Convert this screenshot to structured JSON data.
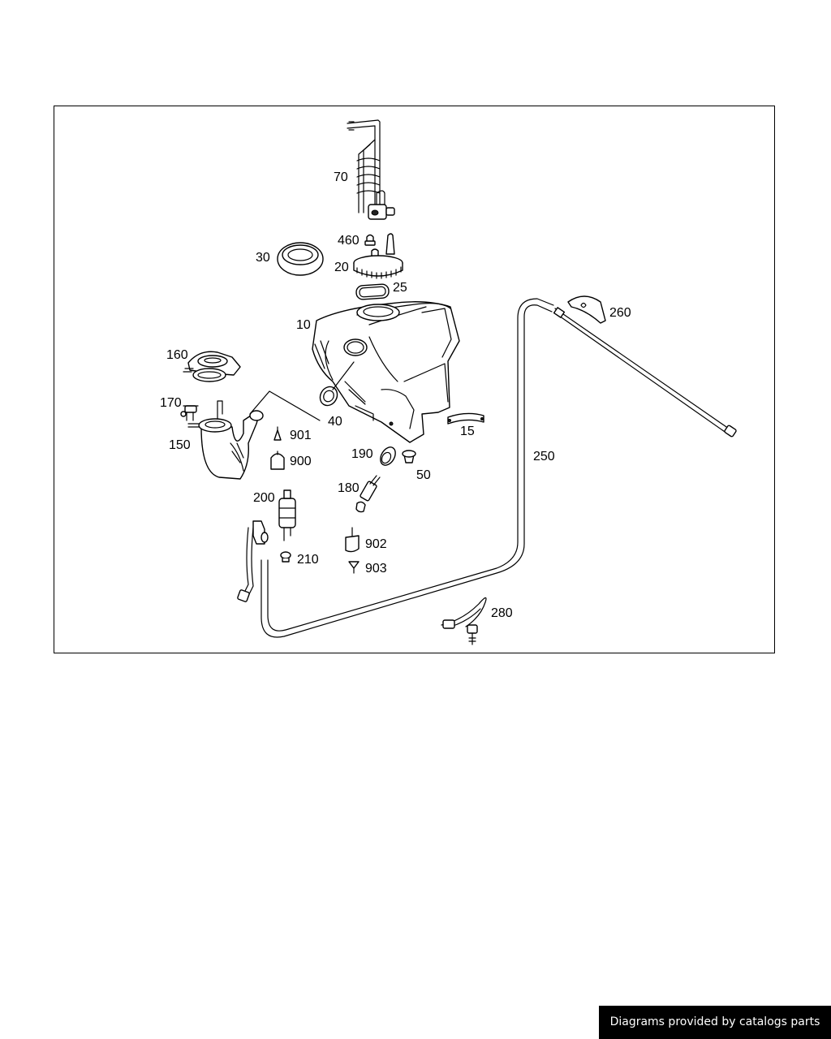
{
  "diagram": {
    "labels": {
      "p70": "70",
      "p460": "460",
      "p30": "30",
      "p20": "20",
      "p25": "25",
      "p10": "10",
      "p260": "260",
      "p160": "160",
      "p170": "170",
      "p40": "40",
      "p901": "901",
      "p15": "15",
      "p150": "150",
      "p900": "900",
      "p190": "190",
      "p50": "50",
      "p250": "250",
      "p180": "180",
      "p200": "200",
      "p902": "902",
      "p210": "210",
      "p903": "903",
      "p280": "280"
    }
  },
  "footer": {
    "text": "Diagrams provided by catalogs parts"
  }
}
